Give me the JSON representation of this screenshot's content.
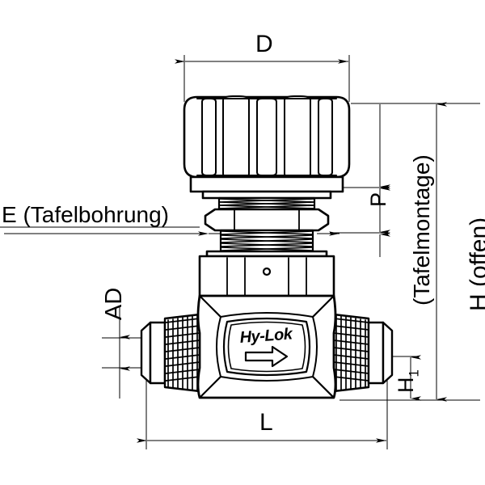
{
  "drawing": {
    "title": "Hy-Lok needle valve panel mount dimensional drawing",
    "brand_logo_text": "Hy-Lok",
    "flow_arrow": "flow-direction-arrow",
    "line_color": "#000000",
    "background_color": "#ffffff"
  },
  "dimensions": {
    "d": {
      "label": "D",
      "orientation": "horizontal"
    },
    "e": {
      "label": "E (Tafelbohrung)",
      "orientation": "horizontal"
    },
    "p": {
      "label": "P",
      "orientation": "vertical"
    },
    "tafelmontage": {
      "label": "(Tafelmontage)",
      "orientation": "vertical"
    },
    "h_offen": {
      "label": "H (offen)",
      "orientation": "vertical"
    },
    "ad": {
      "label": "AD",
      "orientation": "vertical"
    },
    "h1": {
      "label": "H",
      "subscript": "1",
      "orientation": "vertical"
    },
    "l": {
      "label": "L",
      "orientation": "horizontal"
    }
  }
}
